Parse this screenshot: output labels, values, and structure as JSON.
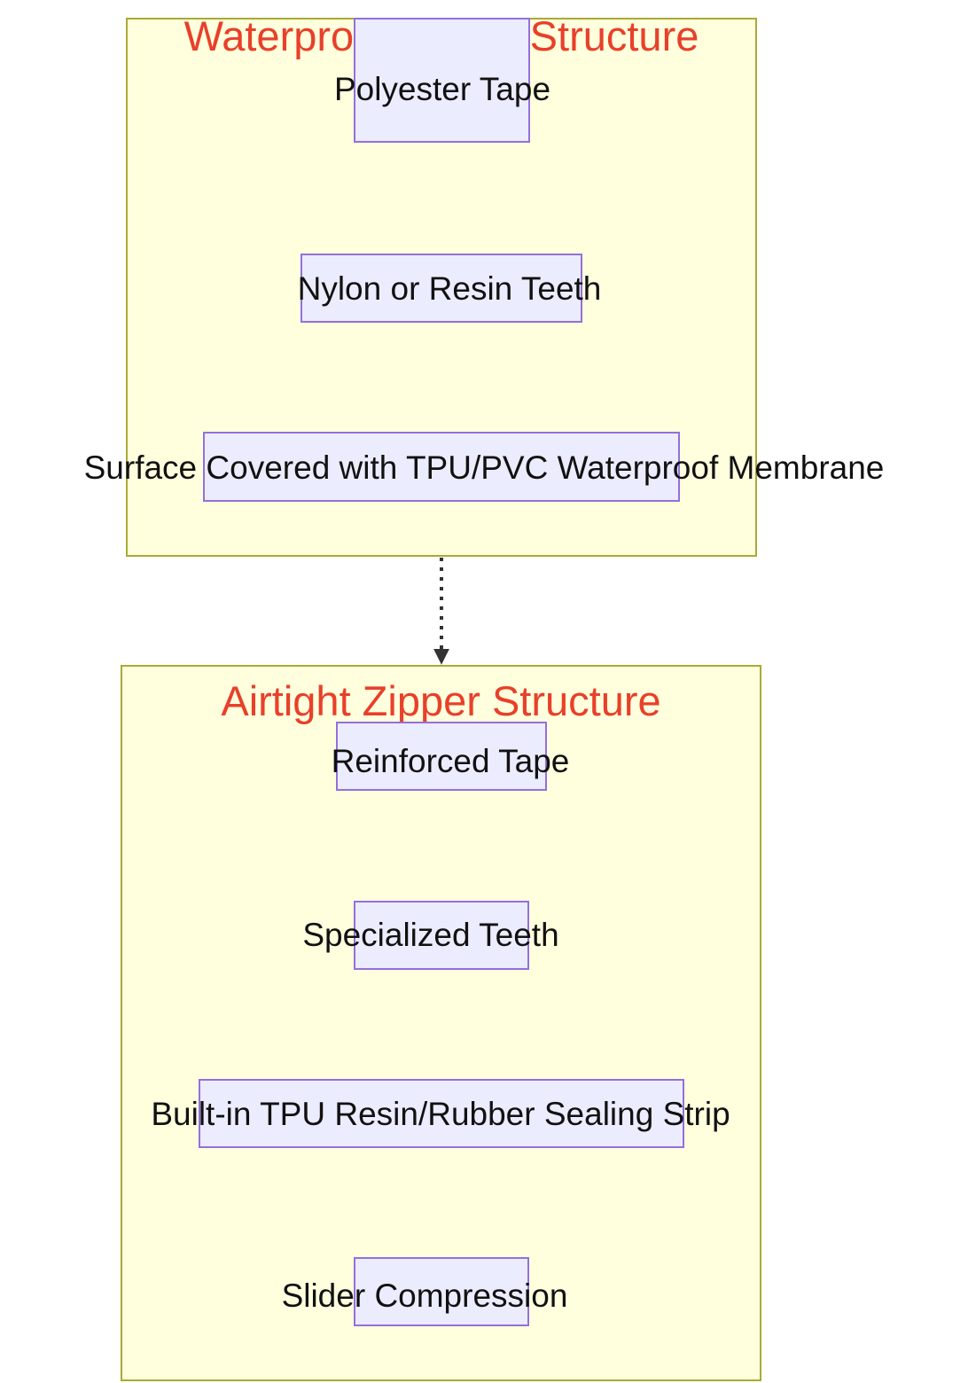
{
  "diagram": {
    "waterproof": {
      "title": "Waterproof Zipper Structure",
      "nodes": [
        "Polyester Tape",
        "Nylon or Resin Teeth",
        "Surface Covered with TPU/PVC Waterproof Membrane"
      ]
    },
    "airtight": {
      "title": "Airtight Zipper Structure",
      "nodes": [
        "Reinforced Tape",
        "Specialized Teeth",
        "Built-in TPU Resin/Rubber Sealing Strip",
        "Slider Compression"
      ]
    },
    "colors": {
      "cluster_fill": "#ffffde",
      "cluster_border": "#aaaa33",
      "cluster_title": "#e8402a",
      "node_fill": "#ececff",
      "node_border": "#9370db",
      "edge": "#333333"
    }
  }
}
